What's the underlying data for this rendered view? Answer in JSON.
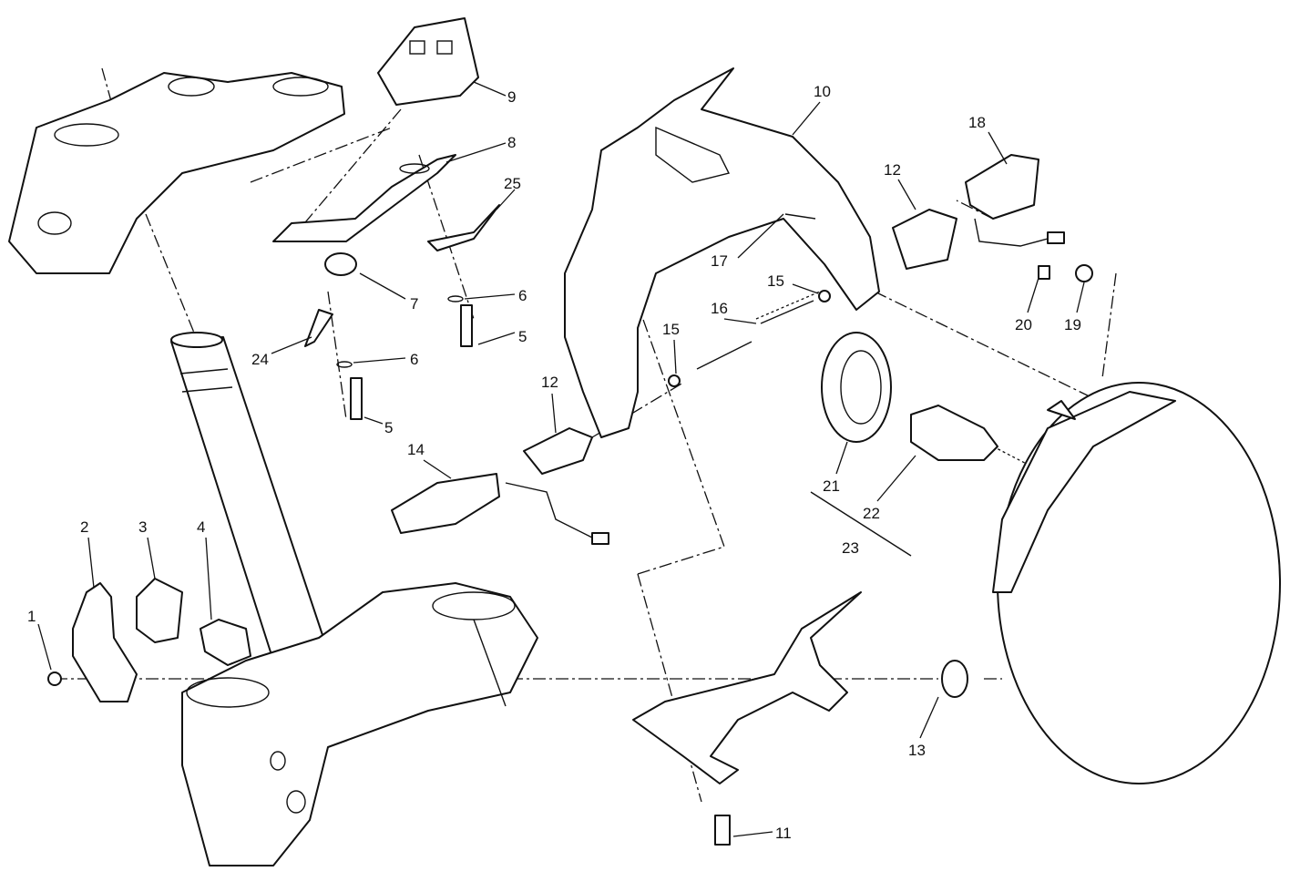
{
  "callouts": {
    "p1": "1",
    "p2": "2",
    "p3": "3",
    "p4": "4",
    "p5a": "5",
    "p5b": "5",
    "p6a": "6",
    "p6b": "6",
    "p7": "7",
    "p8": "8",
    "p9": "9",
    "p10": "10",
    "p11": "11",
    "p12a": "12",
    "p12b": "12",
    "p13": "13",
    "p14": "14",
    "p15a": "15",
    "p15b": "15",
    "p16": "16",
    "p17": "17",
    "p18": "18",
    "p19": "19",
    "p20": "20",
    "p21": "21",
    "p22": "22",
    "p23": "23",
    "p24": "24",
    "p25": "25"
  }
}
